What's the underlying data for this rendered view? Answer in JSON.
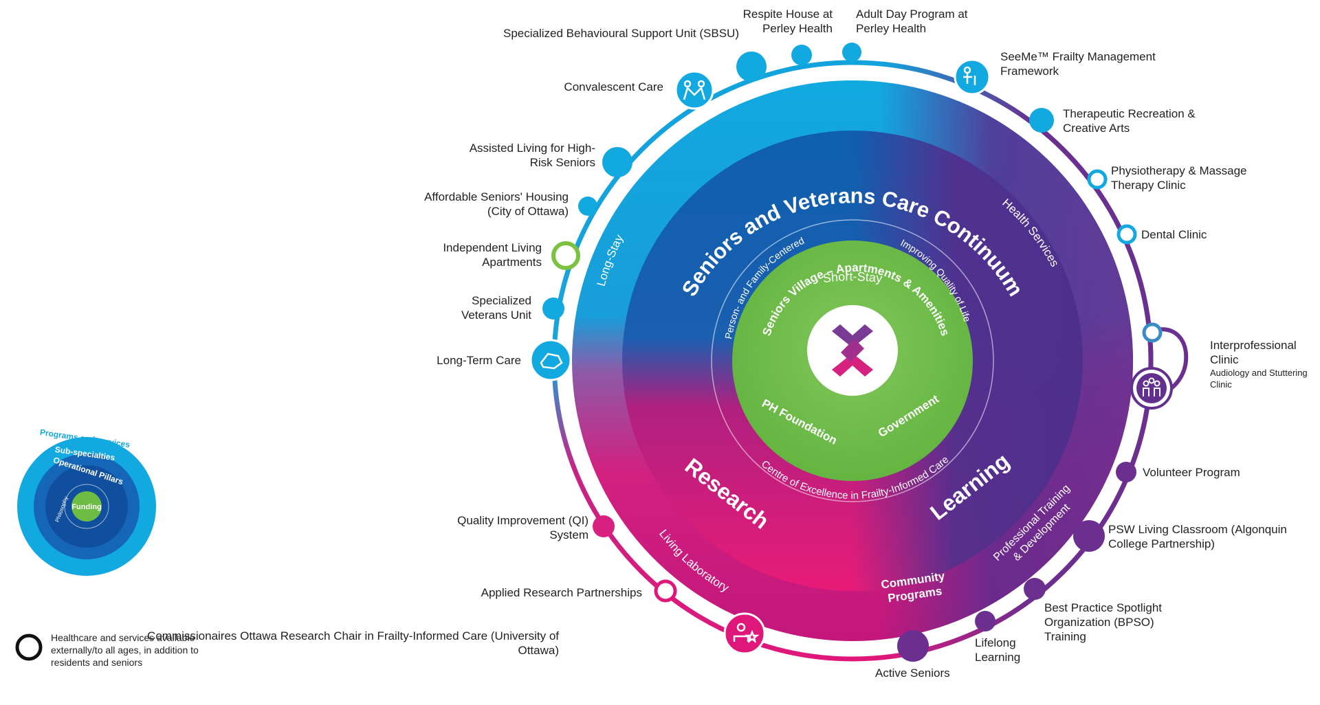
{
  "center": {
    "title": "Seniors and Veterans Care Continuum",
    "village": "Seniors Village – Apartments & Amenities",
    "foundation": "PH Foundation",
    "government": "Government",
    "research": "Research",
    "learning": "Learning",
    "philosophy_left": "Person- and Family-Centered",
    "philosophy_right": "Improving Quality of Life",
    "philosophy_bottom": "Centre of Excellence in Frailty-Informed Care"
  },
  "subspecialties": {
    "short_stay": "Short-Stay",
    "health_services": "Health Services",
    "long_stay": "Long-Stay",
    "living_laboratory": "Living Laboratory",
    "community_programs": "Community Programs",
    "professional_training": "Professional Training & Development"
  },
  "services": [
    {
      "text": "Specialized Behavioural Support Unit (SBSU)"
    },
    {
      "text": "Respite House at Perley Health"
    },
    {
      "text": "Adult Day Program at Perley Health"
    },
    {
      "text": "SeeMe™ Frailty Management Framework"
    },
    {
      "text": "Convalescent Care"
    },
    {
      "text": "Therapeutic Recreation & Creative Arts"
    },
    {
      "text": "Assisted Living for High-Risk Seniors"
    },
    {
      "text": "Physiotherapy & Massage Therapy Clinic"
    },
    {
      "text": "Affordable Seniors' Housing (City of Ottawa)"
    },
    {
      "text": "Dental Clinic"
    },
    {
      "text": "Independent Living Apartments"
    },
    {
      "text": "Specialized Veterans Unit"
    },
    {
      "text": "Long-Term Care"
    },
    {
      "text": "Interprofessional Clinic",
      "sub": "Audiology and Stuttering Clinic"
    },
    {
      "text": "Volunteer Program"
    },
    {
      "text": "Quality Improvement (QI) System"
    },
    {
      "text": "PSW Living Classroom (Algonquin College Partnership)"
    },
    {
      "text": "Applied Research Partnerships"
    },
    {
      "text": "Best Practice Spotlight Organization (BPSO) Training"
    },
    {
      "text": "Commissionaires Ottawa Research Chair in Frailty-Informed Care (University of Ottawa)"
    },
    {
      "text": "Lifelong Learning"
    },
    {
      "text": "Active Seniors"
    }
  ],
  "mini_legend": {
    "programs": "Programs and services",
    "subspecialties": "Sub-specialties",
    "pillars": "Operational Pillars",
    "philosophy": "Philosophy",
    "funding": "Funding"
  },
  "legend": {
    "external": "Healthcare and services available externally/to all ages, in addition to residents and seniors"
  },
  "colors": {
    "cyan": "#12a8e0",
    "blue": "#1565b8",
    "navy": "#0f4f9e",
    "magenta": "#e0177a",
    "purple": "#62308f",
    "green": "#6dbd45",
    "ring_blue": "#11a3dc"
  }
}
